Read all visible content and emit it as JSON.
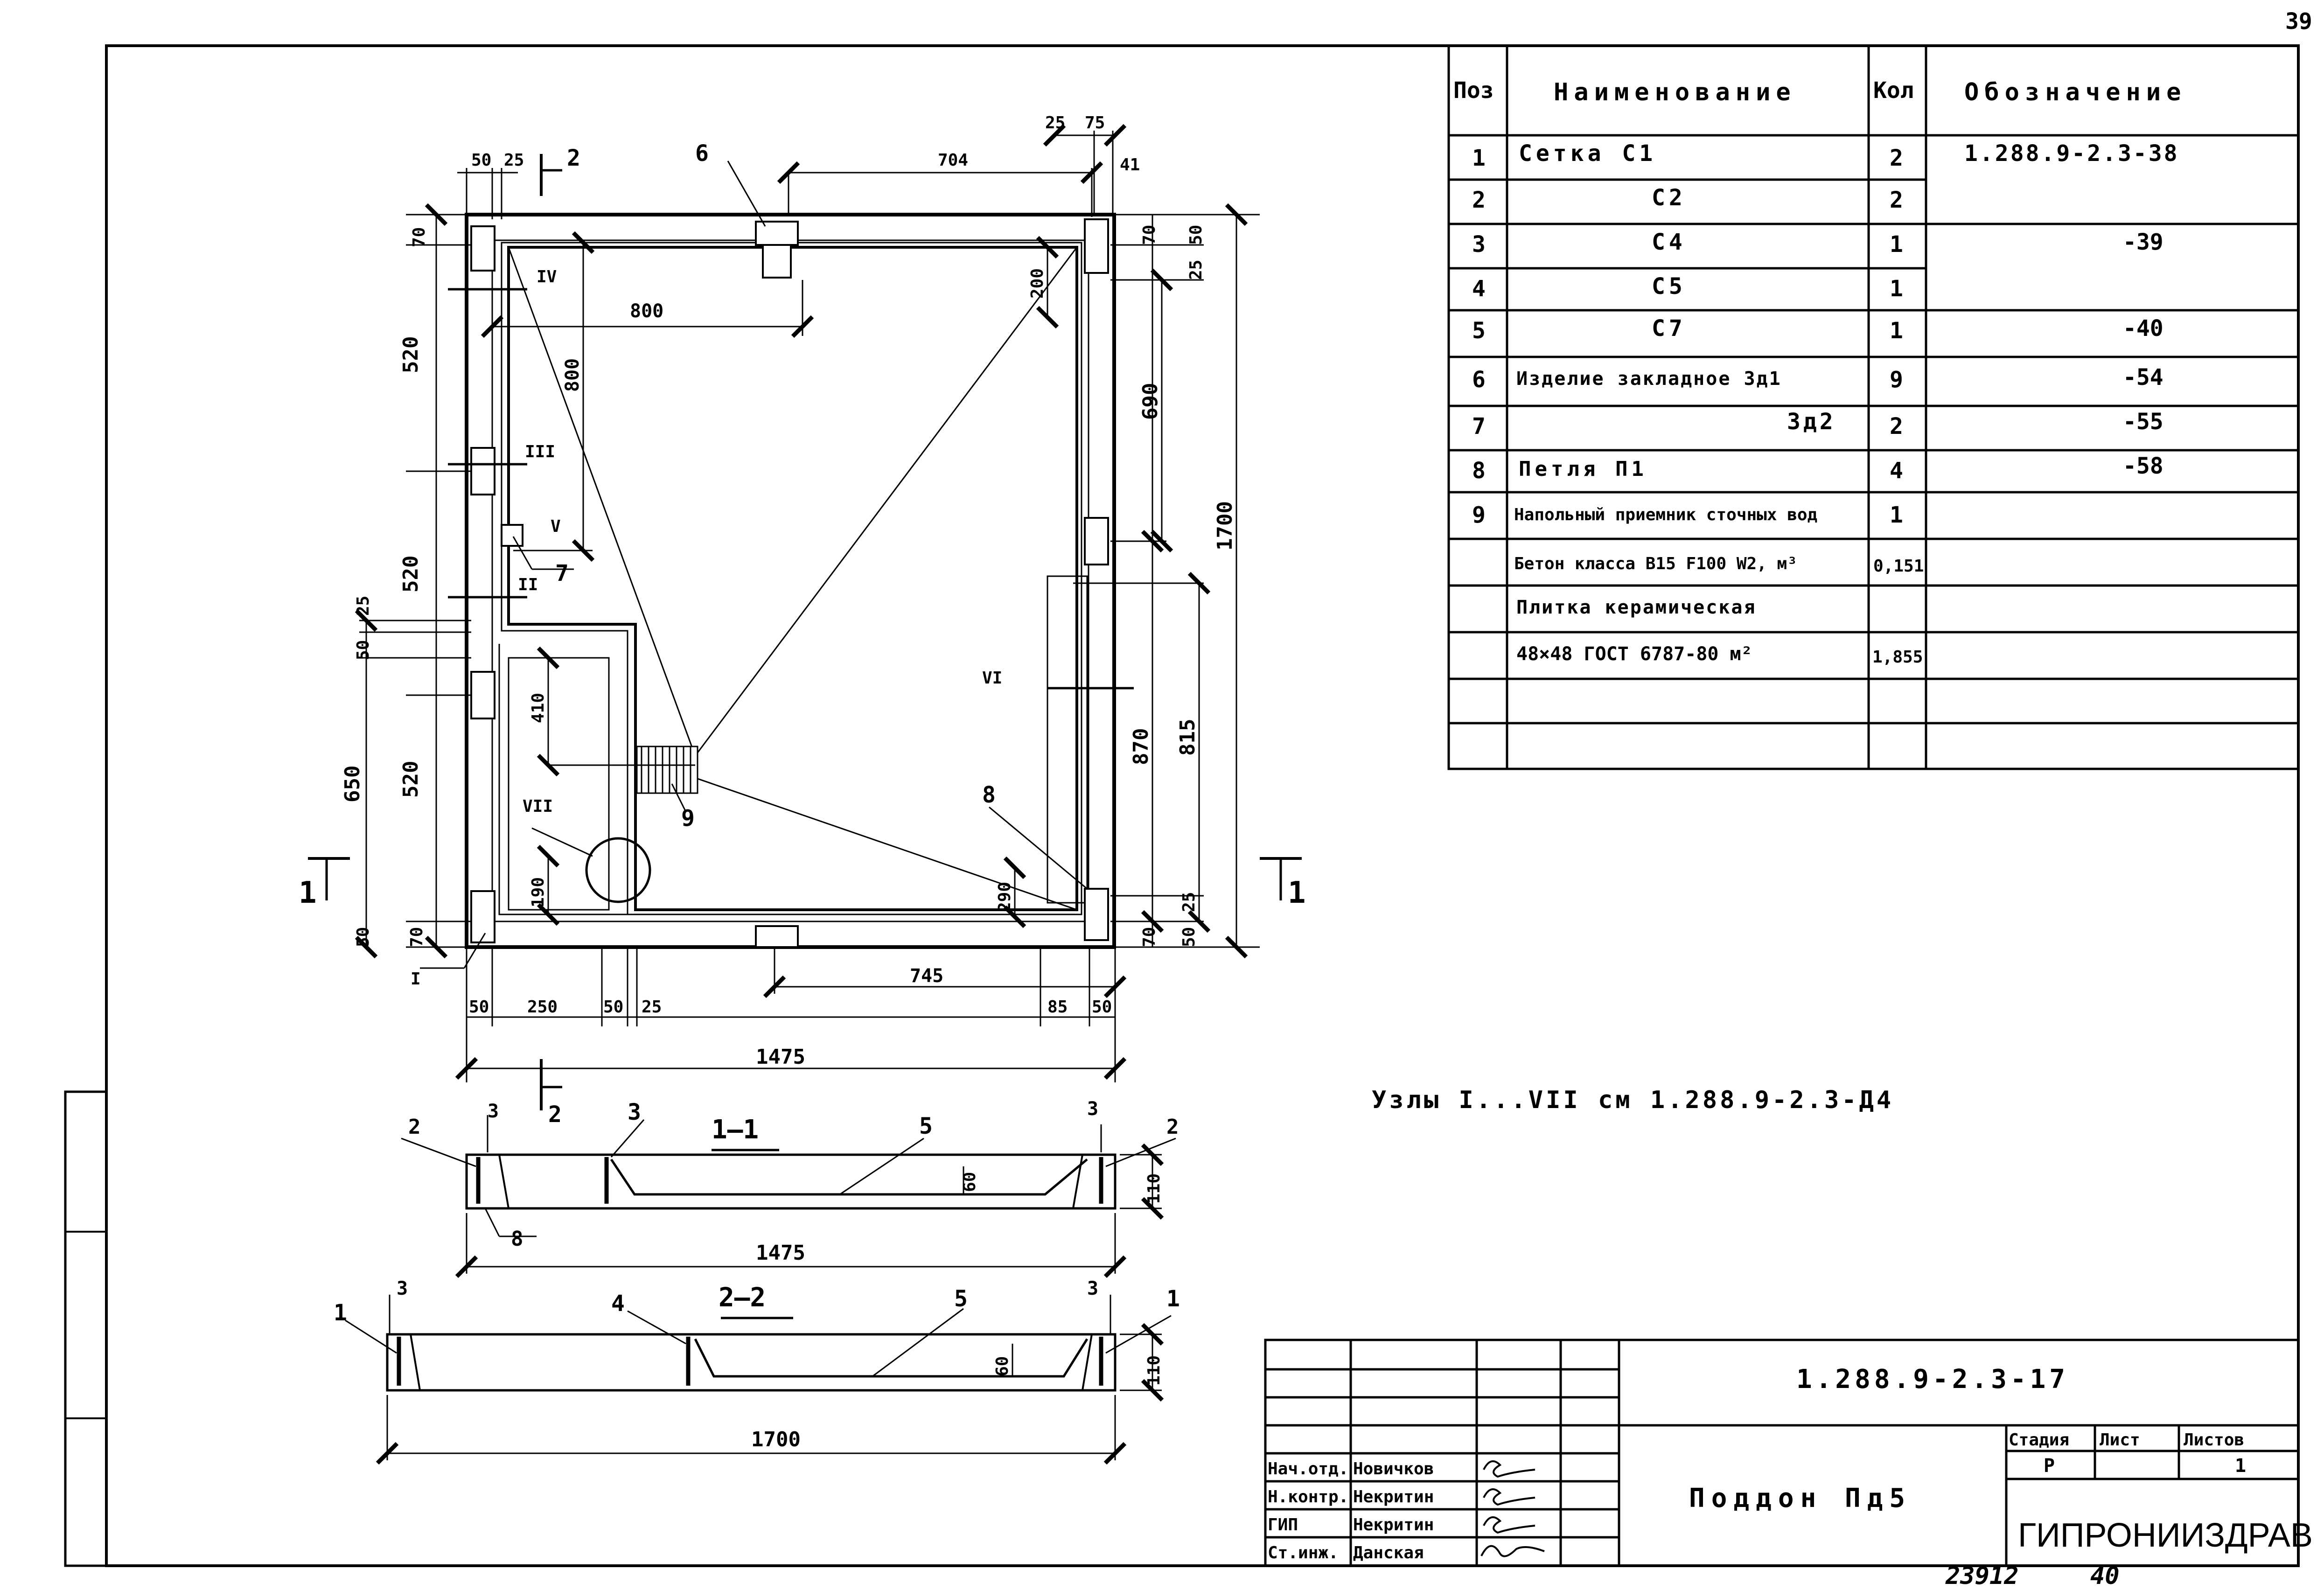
{
  "page_number": "39",
  "spec_table": {
    "headers": {
      "pos": "Поз",
      "name": "Наименование",
      "qty": "Кол",
      "designation": "Обозначение"
    },
    "rows": [
      {
        "pos": "1",
        "name": "Сетка   С1",
        "qty": "2",
        "designation": "1.288.9-2.3-38"
      },
      {
        "pos": "2",
        "name": "С2",
        "qty": "2",
        "designation": ""
      },
      {
        "pos": "3",
        "name": "С4",
        "qty": "1",
        "designation": "-39"
      },
      {
        "pos": "4",
        "name": "С5",
        "qty": "1",
        "designation": ""
      },
      {
        "pos": "5",
        "name": "С7",
        "qty": "1",
        "designation": "-40"
      },
      {
        "pos": "6",
        "name": "Изделие закладное Зд1",
        "qty": "9",
        "designation": "-54"
      },
      {
        "pos": "7",
        "name": "Зд2",
        "qty": "2",
        "designation": "-55"
      },
      {
        "pos": "8",
        "name": "Петля    П1",
        "qty": "4",
        "designation": "-58"
      },
      {
        "pos": "9",
        "name": "Напольный приемник сточных вод",
        "qty": "1",
        "designation": ""
      },
      {
        "pos": "",
        "name": "Бетон класса В15 F100 W2,  м³",
        "qty": "0,151",
        "designation": ""
      },
      {
        "pos": "",
        "name": "Плитка керамическая",
        "qty": "",
        "designation": ""
      },
      {
        "pos": "",
        "name": "48×48 ГОСТ 6787-80       м²",
        "qty": "1,855",
        "designation": ""
      },
      {
        "pos": "",
        "name": "",
        "qty": "",
        "designation": ""
      },
      {
        "pos": "",
        "name": "",
        "qty": "",
        "designation": ""
      }
    ]
  },
  "plan": {
    "top_dims": {
      "d50": "50",
      "d25": "25",
      "d704": "704",
      "d25b": "25",
      "d75": "75",
      "d41": "41"
    },
    "left_dims": {
      "d70": "70",
      "d520a": "520",
      "d520b": "520",
      "d25": "25",
      "d50": "50",
      "d650": "650",
      "d520c": "520",
      "d50b": "50",
      "d70b": "70"
    },
    "inner_dims": {
      "d800a": "800",
      "d800b": "800",
      "d410": "410",
      "d190": "190",
      "d200": "200",
      "d290": "290"
    },
    "right_dims": {
      "d70": "70",
      "d50": "50",
      "d25": "25",
      "d690": "690",
      "d1700": "1700",
      "d870": "870",
      "d815": "815",
      "d25b": "25",
      "d50b": "50",
      "d70b": "70"
    },
    "bottom_dims": {
      "d745": "745",
      "d50": "50",
      "d250": "250",
      "d50b": "50",
      "d25": "25",
      "d85": "85",
      "d50c": "50",
      "d1475": "1475"
    },
    "callouts": {
      "c6": "6",
      "c7": "7",
      "c8": "8",
      "c9": "9"
    },
    "node_labels": {
      "n1": "I",
      "n2": "II",
      "n3": "III",
      "n4": "IV",
      "n5": "V",
      "n6": "VI",
      "n7": "VII"
    },
    "section_marks": {
      "s1_left": "1",
      "s1_right": "1",
      "s2_top": "2",
      "s2_bottom": "2"
    }
  },
  "section_1_1": {
    "title": "1—1",
    "labels": {
      "l2a": "2",
      "l3a": "3",
      "l3b": "3",
      "l5": "5",
      "l3c": "3",
      "l2b": "2",
      "l8": "8"
    },
    "dims": {
      "d60": "60",
      "d110": "110",
      "d1475": "1475"
    }
  },
  "section_2_2": {
    "title": "2—2",
    "labels": {
      "l1a": "1",
      "l3a": "3",
      "l4": "4",
      "l5": "5",
      "l3b": "3",
      "l1b": "1"
    },
    "dims": {
      "d60": "60",
      "d110": "110",
      "d1700": "1700"
    }
  },
  "nodes_note": "Узлы I...VII см 1.288.9-2.3-Д4",
  "title_block": {
    "code": "1.288.9-2.3-17",
    "name": "Поддон  Пд5",
    "stage_label": "Стадия",
    "sheet_label": "Лист",
    "sheets_label": "Листов",
    "stage_value": "Р",
    "sheet_value": "",
    "sheets_value": "1",
    "org": "ГИПРОНИИЗДРАВ",
    "people": [
      {
        "role": "Нач.отд.",
        "name": "Новичков"
      },
      {
        "role": "Н.контр.",
        "name": "Некритин"
      },
      {
        "role": "ГИП",
        "name": "Некритин"
      },
      {
        "role": "Ст.инж.",
        "name": "Данская"
      }
    ]
  },
  "bottom_numbers": {
    "n1": "23912",
    "n2": "40"
  }
}
